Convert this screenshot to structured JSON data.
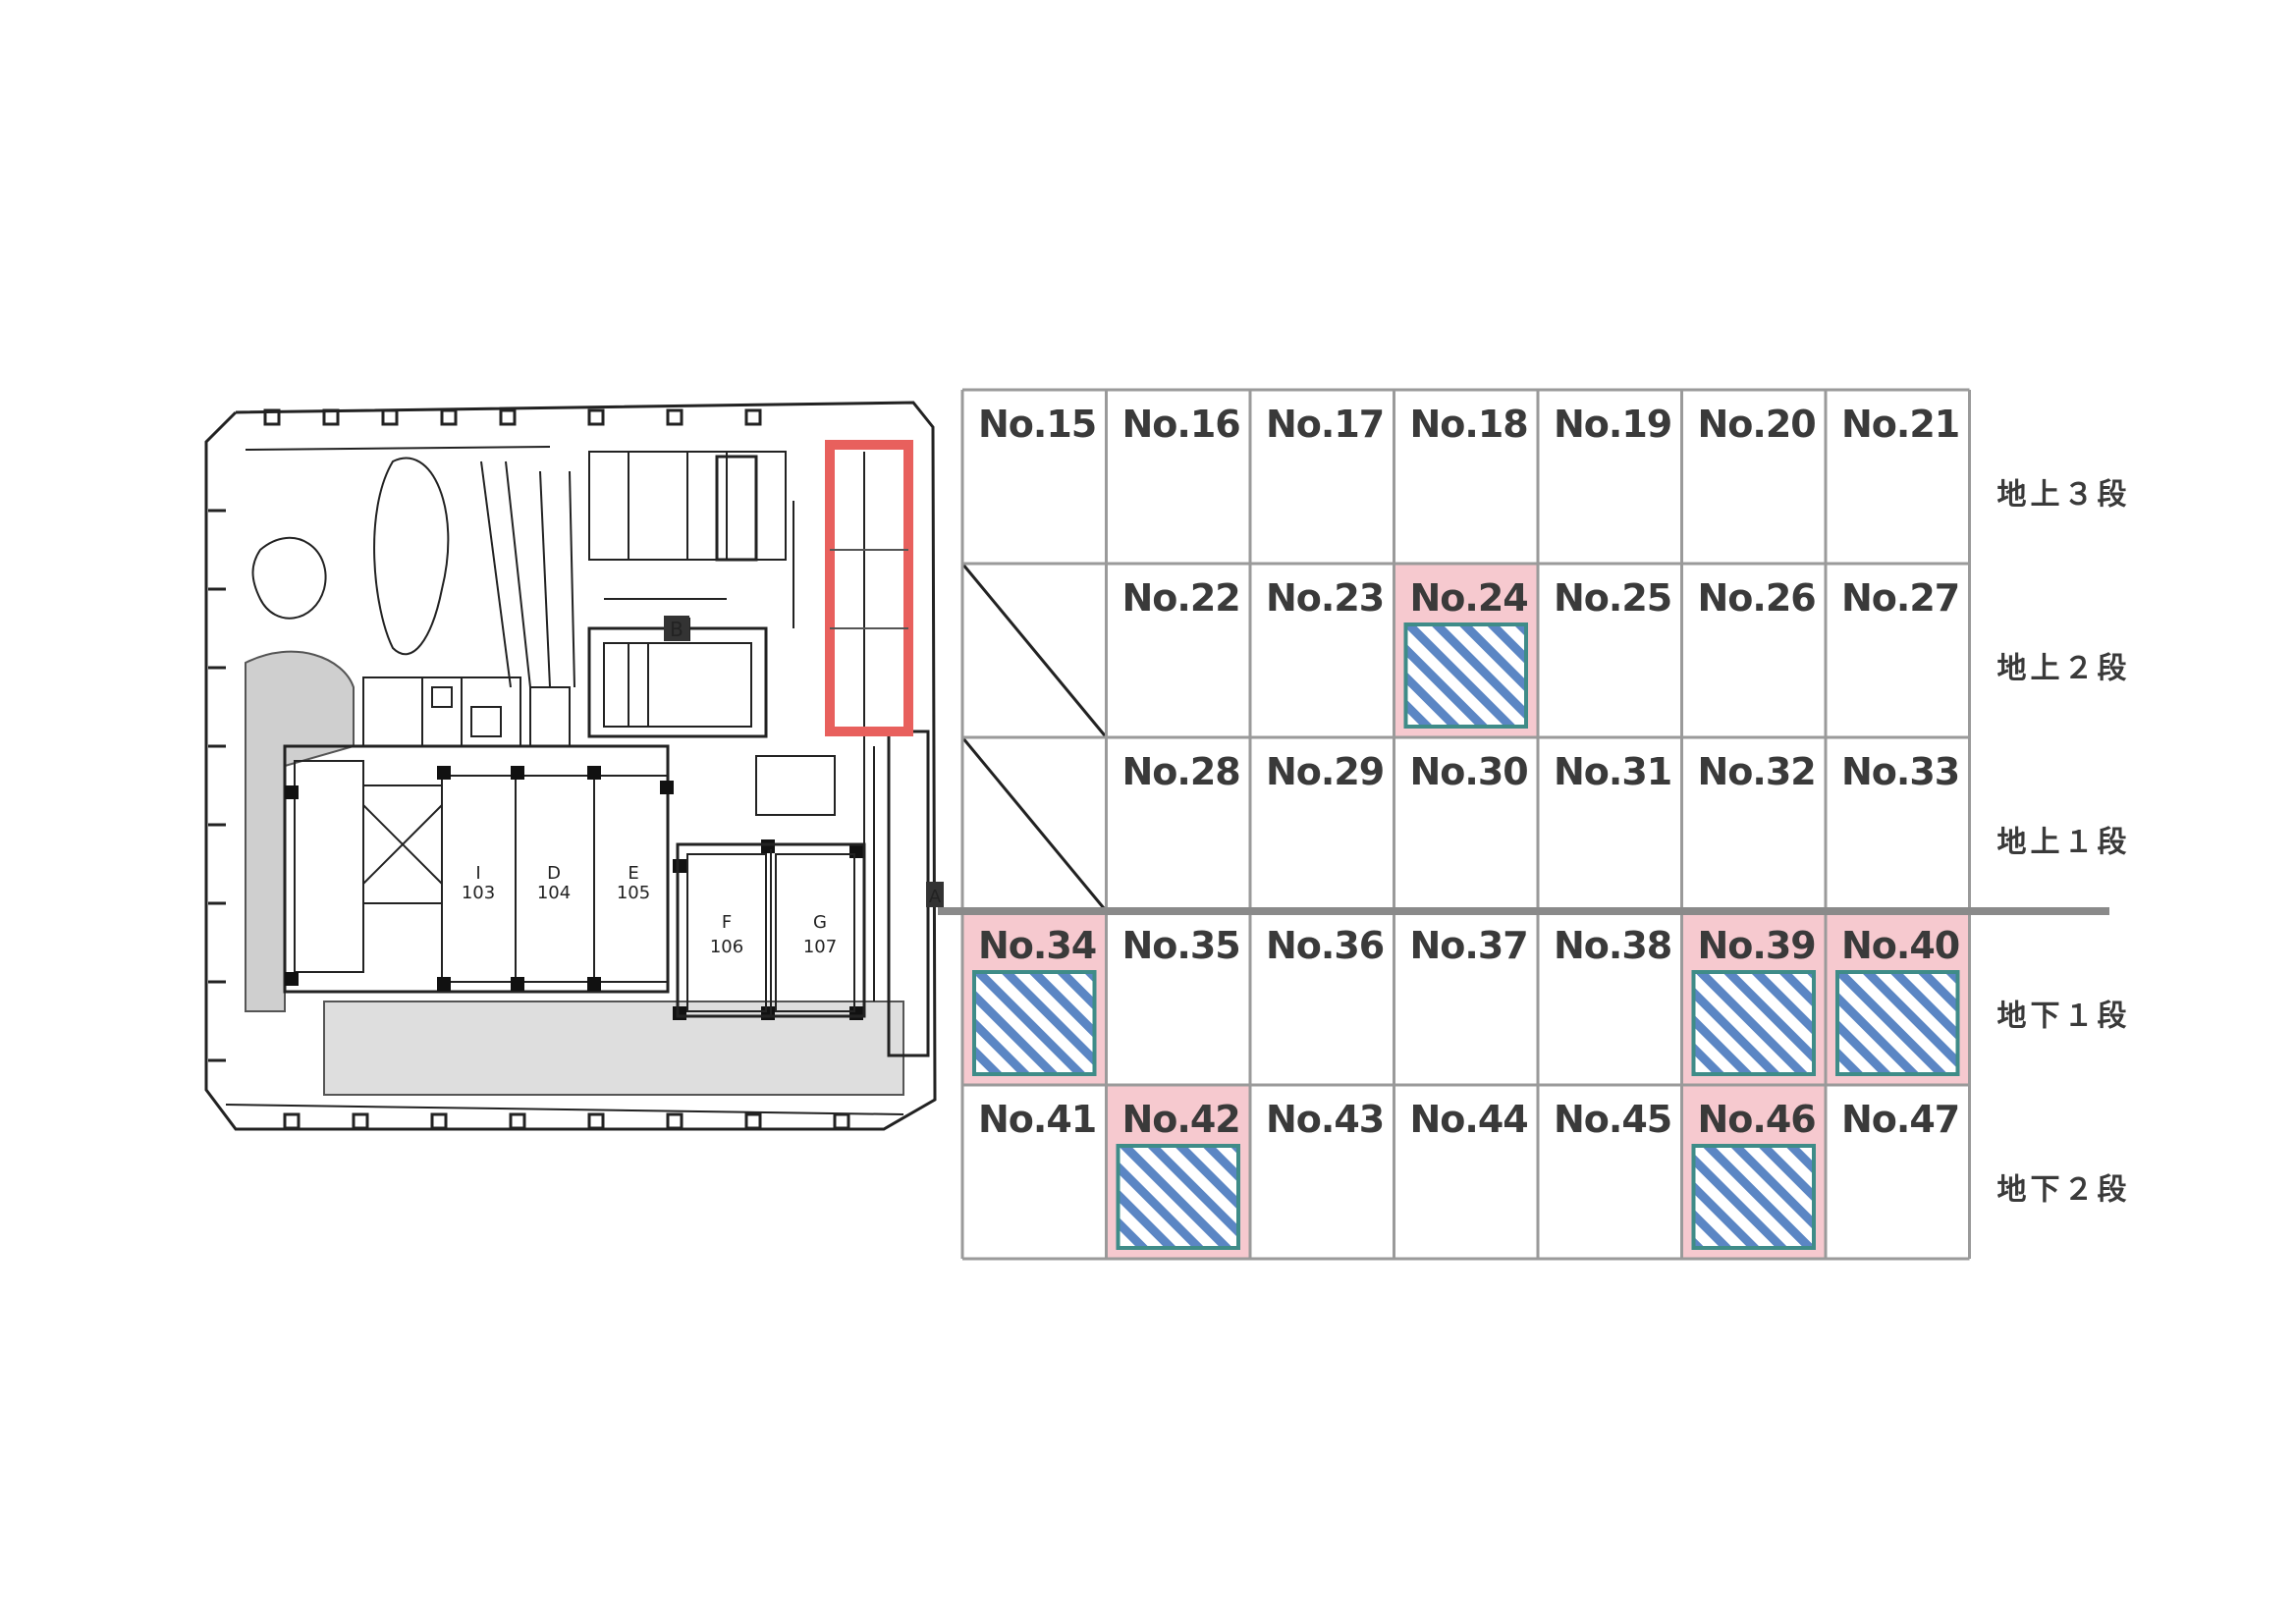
{
  "floor_plan": {
    "marker_b": "B",
    "marker_a": "A",
    "units": [
      {
        "letter": "I",
        "number": "103"
      },
      {
        "letter": "D",
        "number": "104"
      },
      {
        "letter": "E",
        "number": "105"
      },
      {
        "letter": "F",
        "number": "106"
      },
      {
        "letter": "G",
        "number": "107"
      }
    ]
  },
  "parking": {
    "rows": [
      {
        "label": "地上３段",
        "cells": [
          "No.15",
          "No.16",
          "No.17",
          "No.18",
          "No.19",
          "No.20",
          "No.21"
        ]
      },
      {
        "label": "地上２段",
        "cells": [
          "",
          "No.22",
          "No.23",
          "No.24",
          "No.25",
          "No.26",
          "No.27"
        ]
      },
      {
        "label": "地上１段",
        "cells": [
          "",
          "No.28",
          "No.29",
          "No.30",
          "No.31",
          "No.32",
          "No.33"
        ]
      },
      {
        "label": "地下１段",
        "cells": [
          "No.34",
          "No.35",
          "No.36",
          "No.37",
          "No.38",
          "No.39",
          "No.40"
        ]
      },
      {
        "label": "地下２段",
        "cells": [
          "No.41",
          "No.42",
          "No.43",
          "No.44",
          "No.45",
          "No.46",
          "No.47"
        ]
      }
    ],
    "highlighted": [
      "No.24",
      "No.34",
      "No.39",
      "No.40",
      "No.42",
      "No.46"
    ],
    "colors": {
      "highlight_bg": "#f6c9cf",
      "hatch_blue": "#5b86c4",
      "hatch_border": "#3f8c88",
      "grid_line": "#9a9a9a",
      "ground_line": "#8a8a8a",
      "plan_marker": "#e8605d"
    }
  }
}
